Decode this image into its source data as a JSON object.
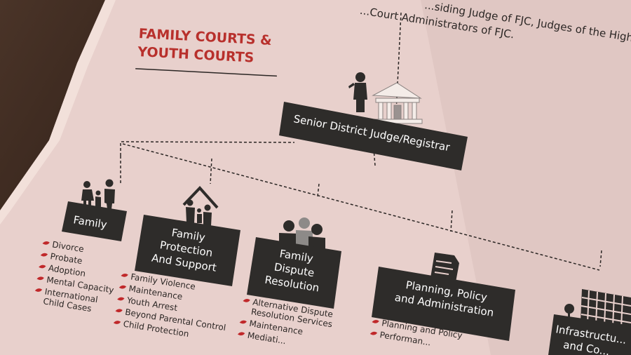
{
  "header_text": {
    "line1": "...siding Judge of FJC, Judges of the High Court",
    "line2": "...Court Administrators of FJC."
  },
  "section_title": {
    "line1": "FAMILY COURTS &",
    "line2": "YOUTH COURTS"
  },
  "head_node": {
    "label": "Senior District Judge/Registrar"
  },
  "divisions": [
    {
      "id": "family",
      "title_lines": [
        "Family"
      ],
      "items": [
        [
          "Divorce"
        ],
        [
          "Probate"
        ],
        [
          "Adoption"
        ],
        [
          "Mental Capacity"
        ],
        [
          "International",
          "Child Cases"
        ]
      ]
    },
    {
      "id": "protection",
      "title_lines": [
        "Family",
        "Protection",
        "And Support"
      ],
      "items": [
        [
          "Family Violence"
        ],
        [
          "Maintenance"
        ],
        [
          "Youth Arrest"
        ],
        [
          "Beyond Parental Control"
        ],
        [
          "Child Protection"
        ]
      ]
    },
    {
      "id": "dispute",
      "title_lines": [
        "Family",
        "Dispute",
        "Resolution"
      ],
      "items": [
        [
          "Alternative Dispute",
          "Resolution Services"
        ],
        [
          "Maintenance"
        ],
        [
          "Mediati..."
        ]
      ]
    },
    {
      "id": "planning",
      "title_lines": [
        "Planning, Policy",
        "and Administration"
      ],
      "items": [
        [
          "Planning and Policy"
        ],
        [
          "Performan..."
        ]
      ]
    },
    {
      "id": "infrastructure",
      "title_lines": [
        "Infrastructu...",
        "and Co..."
      ],
      "items": []
    }
  ],
  "colors": {
    "paper": "#e8d0cc",
    "box": "#2e2c2a",
    "title_red": "#b8302c",
    "bullet_red": "#c0282a",
    "text": "#2b2624",
    "icon": "#2e2c2a"
  }
}
